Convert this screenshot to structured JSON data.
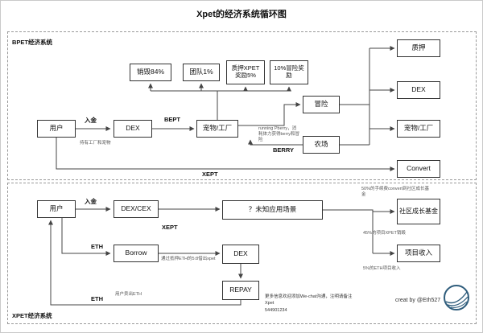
{
  "title": "Xpet的经济系统循环图",
  "sections": {
    "top": {
      "label": "BPET经济系统"
    },
    "bottom": {
      "label": "XPET经济系统"
    }
  },
  "nodes": {
    "burn": "销毁84%",
    "team": "团队1%",
    "stake_reward": "质押XPET奖励5%",
    "adventure_reward": "10%冒险奖励",
    "user_top": "用户",
    "dex_top": "DEX",
    "pet_factory": "宠物/工厂",
    "adventure": "冒险",
    "farm": "农场",
    "stake": "质押",
    "dex_right": "DEX",
    "pet_factory_right": "宠物/工厂",
    "convert": "Convert",
    "user_bottom": "用户",
    "dex_cex": "DEX/CEX",
    "unknown_scene": "？未知应用场景",
    "borrow": "Borrow",
    "dex_bottom": "DEX",
    "repay": "REPAY",
    "community_fund": "社区成长基金",
    "project_income": "项目收入"
  },
  "edge_labels": {
    "deposit_top": "入金",
    "bept": "BEPT",
    "hold_note": "持有工厂和宠物",
    "running_note": "running Pberry，消耗体力获得berry和冒险",
    "berry": "BERRY",
    "xept_top": "XEPT",
    "deposit_bottom": "入金",
    "xept_bottom": "XEPT",
    "eth_mid": "ETH",
    "borrow_note": "通过抵押ETH的5:8借出xpet",
    "eth_bottom": "ETH",
    "sell_eth_note": "用户卖出ETH",
    "fund_note": "50%的手续费convert到社区成长基金",
    "burn_note": "45%的项目XPET销毁",
    "income_note": "5%的ETH项目收入"
  },
  "footer": {
    "contact_line1": "更多信息欢迎添加We-chat沟通，注明请备注Xpet",
    "contact_line2": "544901234",
    "credit": "creat by @Eth527"
  }
}
